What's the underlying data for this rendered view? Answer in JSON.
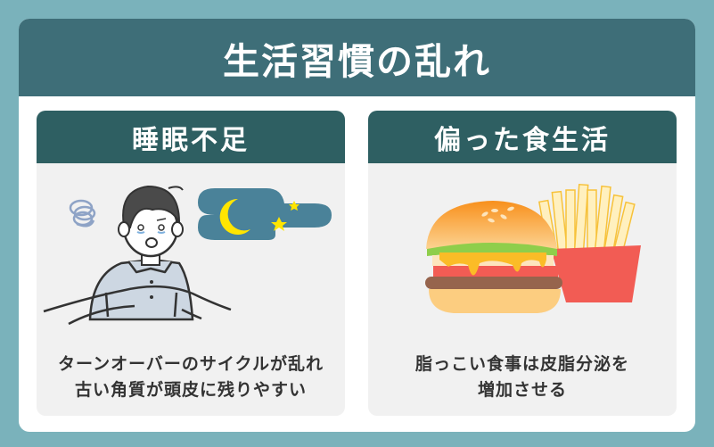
{
  "header": {
    "title": "生活習慣の乱れ"
  },
  "panels": [
    {
      "title": "睡眠不足",
      "illustration": "sleepless-man-with-night-cloud",
      "text_line1": "ターンオーバーのサイクルが乱れ",
      "text_line2": "古い角質が頭皮に残りやすい"
    },
    {
      "title": "偏った食生活",
      "illustration": "hamburger-and-fries",
      "text_line1": "脂っこい食事は皮脂分泌を",
      "text_line2": "増加させる"
    }
  ],
  "colors": {
    "background": "#7ab2bb",
    "header": "#3e6e78",
    "panel_header": "#2e5f62",
    "panel_body": "#f1f1f1",
    "night_cloud": "#4a8299",
    "moon": "#ffe500"
  }
}
